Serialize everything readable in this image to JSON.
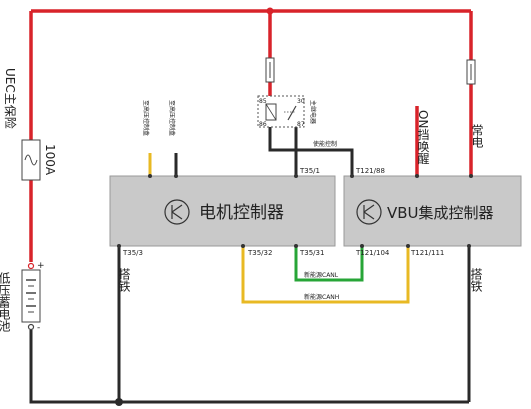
{
  "diagram": {
    "fuse_main_label": "UEC主保险",
    "fuse_main_value": "100A",
    "battery_label": "低压蓄电池",
    "battery_plus": "+",
    "battery_minus": "-",
    "motor_controller": {
      "name": "电机控制器",
      "pins": {
        "t35_1": "T35/1",
        "t35_3": "T35/3",
        "t35_32": "T35/32",
        "t35_31": "T35/31"
      },
      "ground_label": "搭铁",
      "wire_label_left": "至高压控制盒",
      "wire_label_right": "至高压控制盒"
    },
    "vbu_controller": {
      "name": "VBU集成控制器",
      "pins": {
        "t121_88": "T121/88",
        "t121_104": "T121/104",
        "t121_111": "T121/111"
      },
      "ground_label": "搭铁",
      "on_wake_label": "ON挡唤醒",
      "constant_power_label": "常电"
    },
    "relay_label": "主继电器",
    "enable_control_label": "使能控制",
    "can_l_label": "新能源CANL",
    "can_h_label": "新能源CANH",
    "colors": {
      "power_wire": "#d8232a",
      "ground_wire": "#2a2a2a",
      "can_l_wire": "#27a537",
      "can_h_wire": "#e8b923",
      "module_fill": "#c9c9c9"
    }
  }
}
